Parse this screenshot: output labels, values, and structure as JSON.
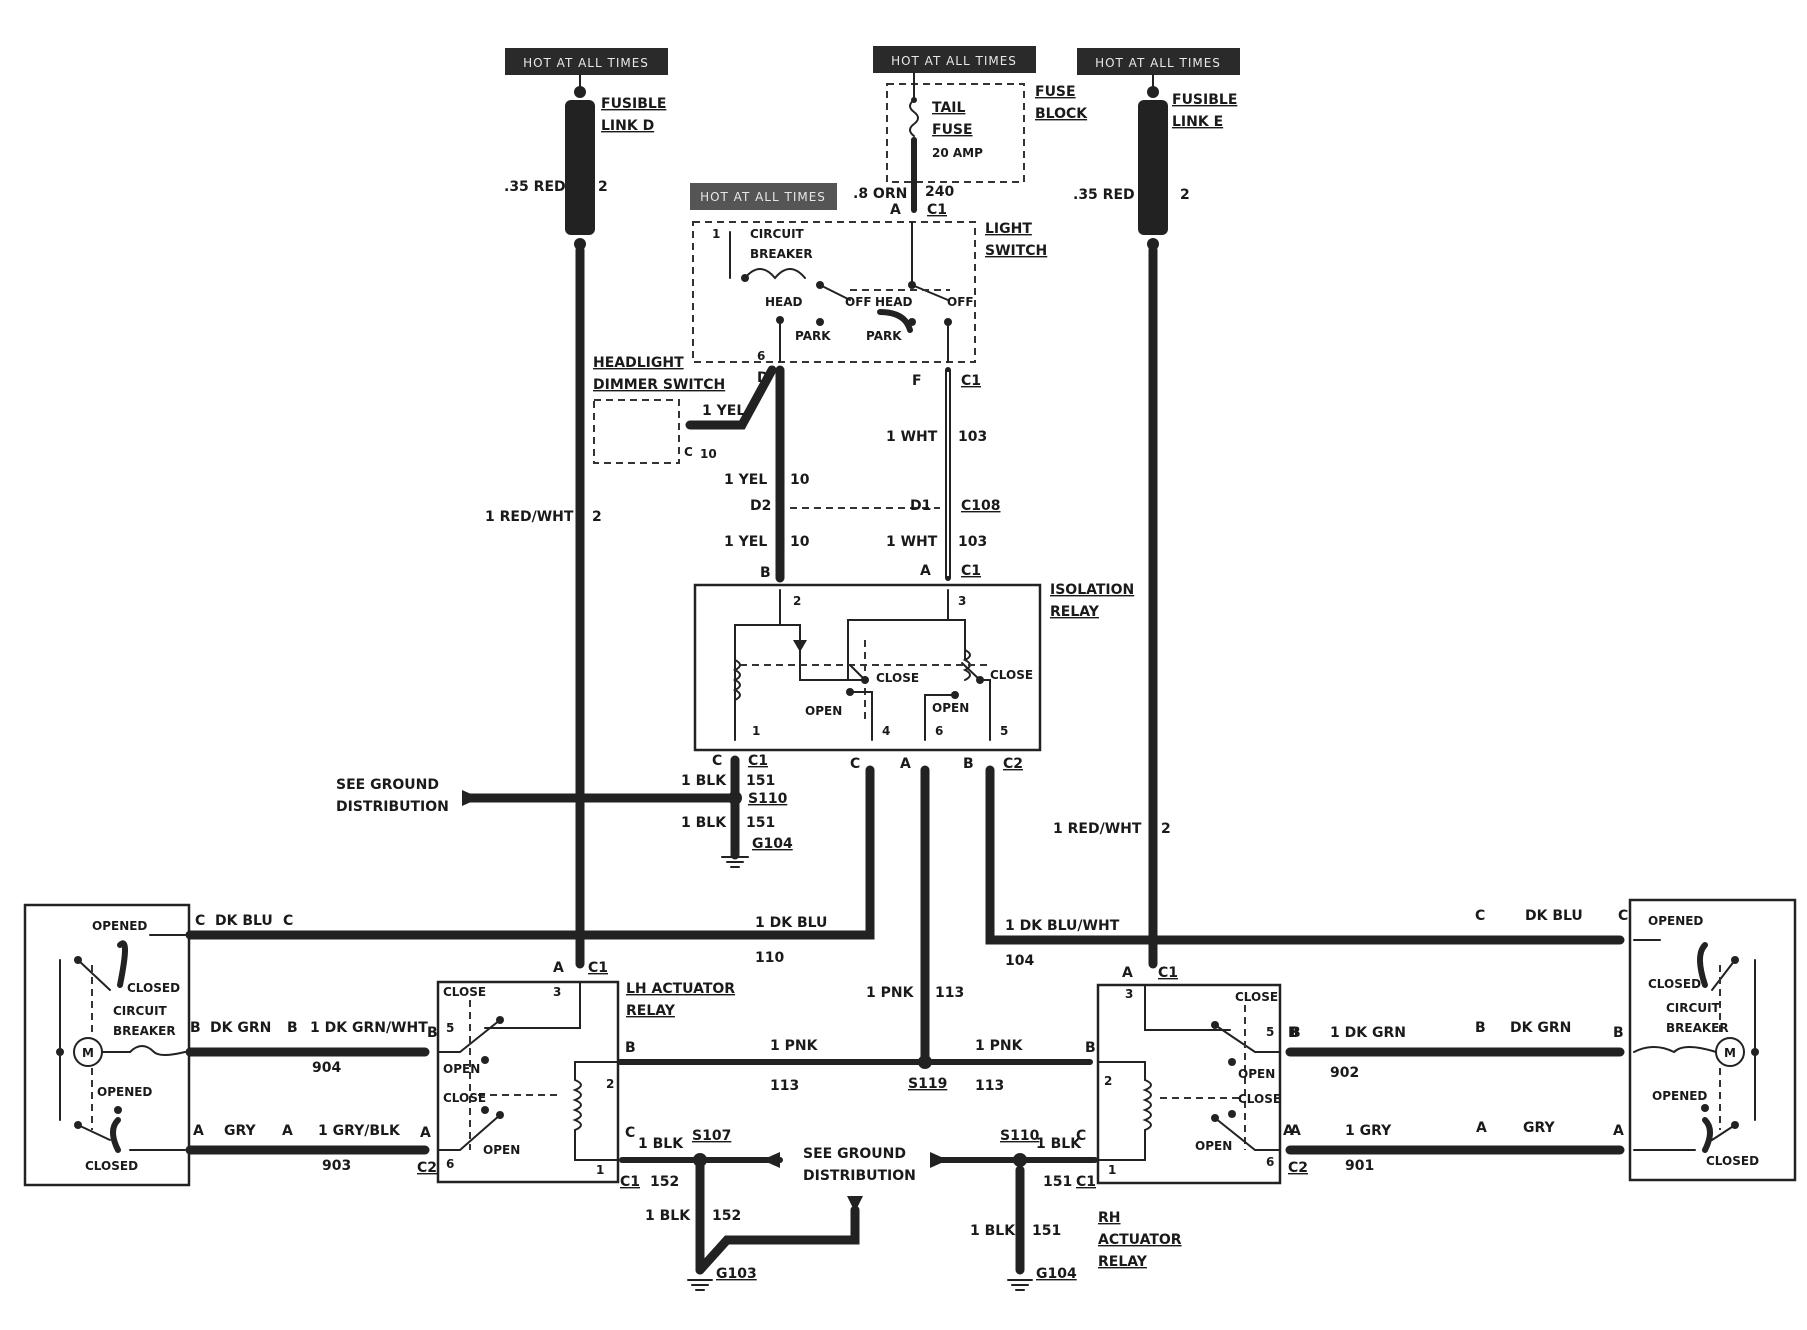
{
  "hot_at_all_times": "HOT AT ALL TIMES",
  "left_fusible": {
    "name1": "FUSIBLE",
    "name2": "LINK D",
    "wire": ".35 RED",
    "circuit": "2"
  },
  "right_fusible": {
    "name1": "FUSIBLE",
    "name2": "LINK E",
    "wire": ".35 RED",
    "circuit": "2"
  },
  "fuse_block": {
    "block1": "FUSE",
    "block2": "BLOCK",
    "name1": "TAIL",
    "name2": "FUSE",
    "rating": "20 AMP",
    "wire": ".8 ORN",
    "circuit": "240",
    "pin": "A",
    "conn": "C1"
  },
  "light_switch": {
    "name1": "LIGHT",
    "name2": "SWITCH",
    "cb1": "CIRCUIT",
    "cb2": "BREAKER",
    "pin1": "1",
    "head": "HEAD",
    "off": "OFF",
    "park": "PARK",
    "pin6": "6",
    "pinD": "D",
    "pinF": "F",
    "conn": "C1"
  },
  "dimmer": {
    "name1": "HEADLIGHT",
    "name2": "DIMMER SWITCH",
    "pin": "C",
    "circuit": "10",
    "wire": "1 YEL"
  },
  "wires": {
    "yel": "1 YEL",
    "wht": "1 WHT",
    "c10": "10",
    "c103": "103",
    "red_wht": "1 RED/WHT",
    "c2": "2",
    "blk": "1 BLK",
    "c151": "151",
    "c152": "152",
    "dk_blu": "1 DK BLU",
    "c110": "110",
    "dk_blu_wht": "1 DK BLU/WHT",
    "c104": "104",
    "pnk": "1 PNK",
    "c113": "113",
    "dk_blu_short": "DK BLU",
    "dk_grn_short": "DK GRN",
    "gry_short": "GRY",
    "dk_grn_wht": "1 DK GRN/WHT",
    "c904": "904",
    "gry_blk": "1 GRY/BLK",
    "c903": "903",
    "dk_grn": "1 DK GRN",
    "c902": "902",
    "gry": "1 GRY",
    "c901": "901"
  },
  "c108": {
    "d2": "D2",
    "d1": "D1",
    "conn": "C108"
  },
  "isolation_relay": {
    "name1": "ISOLATION",
    "name2": "RELAY",
    "pin2": "2",
    "pin3": "3",
    "pin1": "1",
    "pin4": "4",
    "pin6": "6",
    "pin5": "5",
    "close": "CLOSE",
    "open": "OPEN",
    "pinB": "B",
    "pinA": "A",
    "pinC": "C",
    "conn1": "C1",
    "conn2": "C2"
  },
  "ground": {
    "see1": "SEE GROUND",
    "see2": "DISTRIBUTION",
    "s110": "S110",
    "s107": "S107",
    "s119": "S119",
    "g104": "G104",
    "g103": "G103"
  },
  "lh_relay": {
    "name1": "LH ACTUATOR",
    "name2": "RELAY",
    "close": "CLOSE",
    "open": "OPEN",
    "pin3": "3",
    "pin5": "5",
    "pin2": "2",
    "pin6": "6",
    "pin1": "1",
    "pinA": "A",
    "pinB": "B",
    "pinC": "C",
    "conn1": "C1",
    "conn2": "C2"
  },
  "rh_relay": {
    "name1": "RH",
    "name2": "ACTUATOR",
    "name3": "RELAY",
    "close": "CLOSE",
    "open": "OPEN",
    "pin3": "3",
    "pin5": "5",
    "pin2": "2",
    "pin6": "6",
    "pin1": "1",
    "pinA": "A",
    "pinB": "B",
    "pinC": "C",
    "conn1": "C1",
    "conn2": "C2"
  },
  "actuator": {
    "opened": "OPENED",
    "closed": "CLOSED",
    "cb1": "CIRCUIT",
    "cb2": "BREAKER",
    "motor": "M",
    "pinC": "C",
    "pinB": "B",
    "pinA": "A"
  }
}
